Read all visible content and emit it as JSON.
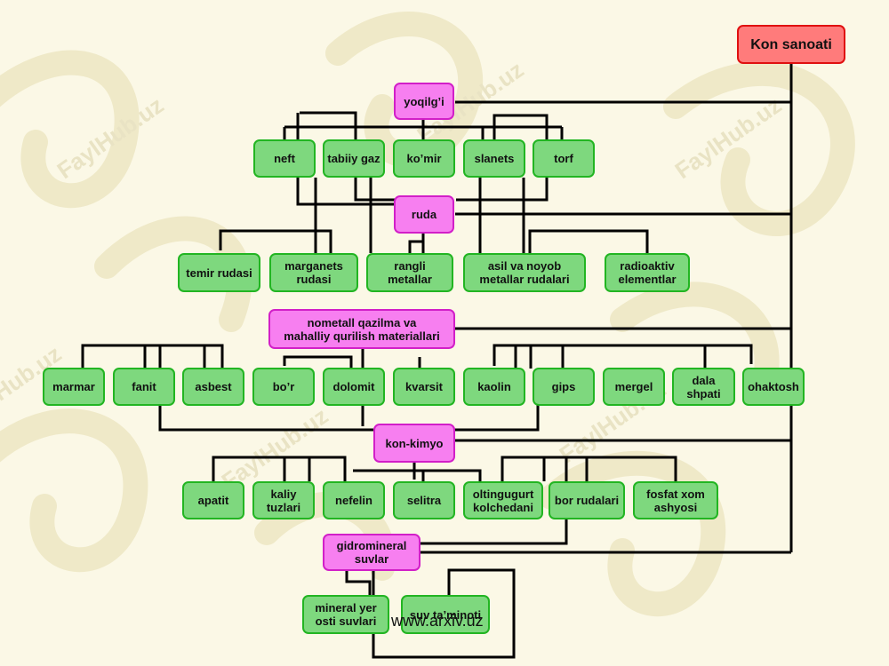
{
  "watermark": "FaylHub.uz",
  "footer": "www.arxiv.uz",
  "nodes": {
    "kon_sanoati": "Kon sanoati",
    "yoqilgi": "yoqilg’i",
    "neft": "neft",
    "tabiiy_gaz": "tabiiy gaz",
    "komir": "ko’mir",
    "slanets": "slanets",
    "torf": "torf",
    "ruda": "ruda",
    "temir_rudasi": "temir rudasi",
    "marganets_rudasi": "marganets\nrudasi",
    "rangli_metallar": "rangli\nmetallar",
    "asil_noyob": "asil va noyob\nmetallar rudalari",
    "radioaktiv": "radioaktiv\nelementlar",
    "nometall": "nometall qazilma  va\nmahalliy qurilish materiallari",
    "marmar": "marmar",
    "fanit": "fanit",
    "asbest": "asbest",
    "bor": "bo’r",
    "dolomit": "dolomit",
    "kvarsit": "kvarsit",
    "kaolin": "kaolin",
    "gips": "gips",
    "mergel": "mergel",
    "dala_shpati": "dala shpati",
    "ohaktosh": "ohaktosh",
    "kon_kimyo": "kon-kimyo",
    "apatit": "apatit",
    "kaliy_tuzlari": "kaliy tuzlari",
    "nefelin": "nefelin",
    "selitra": "selitra",
    "oltingugurt": "oltingugurt\nkolchedani",
    "bor_rudalari": "bor rudalari",
    "fosfat": "fosfat xom\nashyosi",
    "gidromineral": "gidromineral\nsuvlar",
    "mineral_yer": "mineral yer\nosti suvlari",
    "suv_taminoti": "suv ta’minoti"
  }
}
